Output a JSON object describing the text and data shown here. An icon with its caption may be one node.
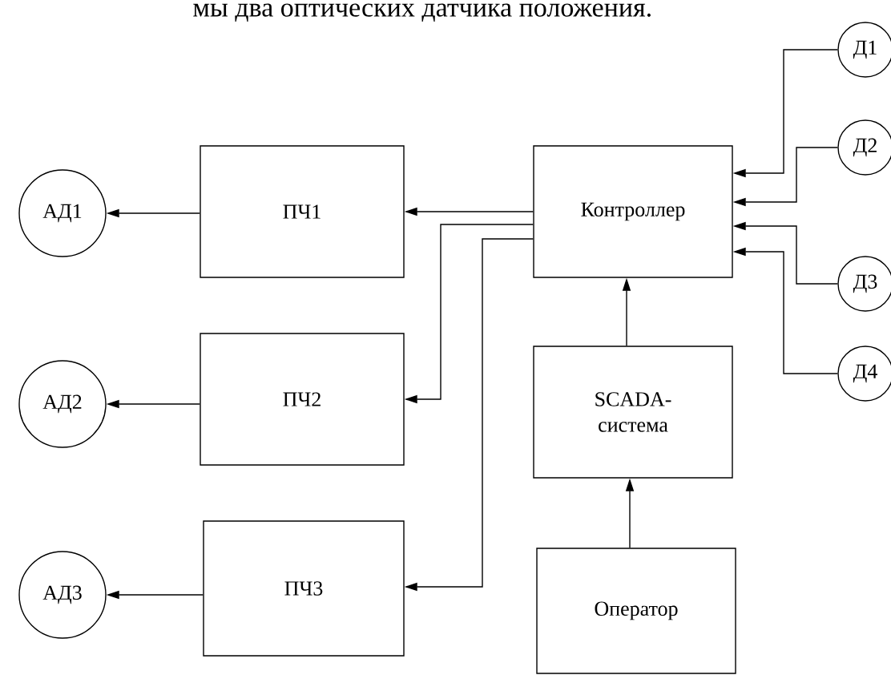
{
  "diagram": {
    "nodes": [
      {
        "text": [
          "Контроллер"
        ]
      },
      {
        "text": [
          "ПЧ1"
        ]
      },
      {
        "text": [
          "ПЧ2"
        ]
      },
      {
        "text": [
          "ПЧ3"
        ]
      },
      {
        "text": [
          "SCADA-система"
        ]
      },
      {
        "text": [
          "Оператор"
        ]
      },
      {
        "text": [
          "АД1"
        ]
      },
      {
        "text": [
          "АД2"
        ]
      },
      {
        "text": [
          "АД3"
        ]
      },
      {
        "text": [
          "Д1"
        ]
      },
      {
        "text": [
          "Д2"
        ]
      },
      {
        "text": [
          "Д3"
        ]
      },
      {
        "text": [
          "Д4"
        ]
      }
    ],
    "edges": [
      {
        "from": 0,
        "to": 1,
        "arrow": "to"
      },
      {
        "from": 0,
        "to": 2,
        "arrow": "to"
      },
      {
        "from": 0,
        "to": 3,
        "arrow": "to"
      },
      {
        "from": 1,
        "to": 6,
        "arrow": "to"
      },
      {
        "from": 2,
        "to": 7,
        "arrow": "to"
      },
      {
        "from": 3,
        "to": 8,
        "arrow": "to"
      },
      {
        "from": 9,
        "to": 0,
        "arrow": "to"
      },
      {
        "from": 10,
        "to": 0,
        "arrow": "to"
      },
      {
        "from": 11,
        "to": 0,
        "arrow": "to"
      },
      {
        "from": 12,
        "to": 0,
        "arrow": "to"
      },
      {
        "from": 4,
        "to": 0,
        "arrow": "to"
      },
      {
        "from": 5,
        "to": 4,
        "arrow": "to"
      }
    ],
    "labels": [
      "мы два оптических датчика положения."
    ]
  }
}
